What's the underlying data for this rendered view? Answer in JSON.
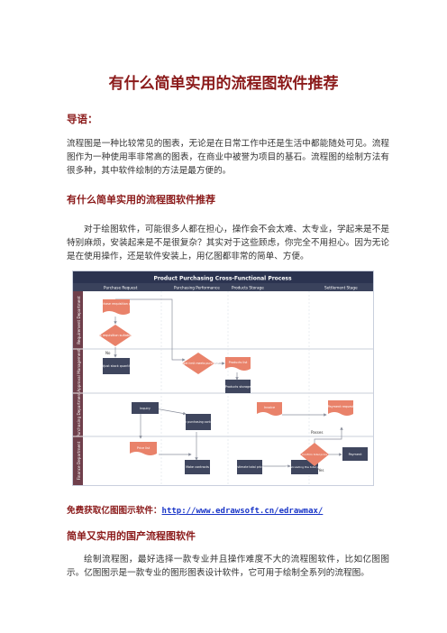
{
  "doc": {
    "title": "有什么简单实用的流程图软件推荐",
    "lead_heading": "导语：",
    "intro": "流程图是一种比较常见的图表，无论是在日常工作中还是生活中都能随处可见。流程图作为一种使用率非常高的图表，在商业中被誉为项目的基石。流程图的绘制方法有很多种，其中软件绘制的方法是最方便的。",
    "section1_heading": "有什么简单实用的流程图软件推荐",
    "section1_body": "对于绘图软件，可能很多人都在担心，操作会不会太难、太专业，学起来是不是特别麻烦，安装起来是不是很复杂？其实对于这些顾虑，你完全不用担心。因为无论是在使用操作，还是软件安装上，用亿图都非常的简单、方便。",
    "caption_label": "免费获取亿图图示软件：",
    "caption_link": "http://www.edrawsoft.cn/edrawmax/",
    "section2_heading": "简单又实用的国产流程图软件",
    "section2_body": "绘制流程图，最好选择一款专业并且操作难度不大的流程图软件，比如亿图图示。亿图图示是一款专业的图形图表设计软件，它可用于绘制全系列的流程图。"
  },
  "diagram": {
    "title": "Product Purchasing Cross-Functional Process",
    "columns": [
      "Purchase Request",
      "Purchasing Performance",
      "Products Storage",
      "Settlement Stage"
    ],
    "lanes": [
      "Requirement Department",
      "Approval Management",
      "Purchasing Department",
      "Finance Department"
    ],
    "nodes": {
      "n1": "Purchase requisition plan",
      "n2": "Is requisition suitable",
      "n3": "Adjust stock quantity",
      "n4": "Budget limit meets purchase",
      "n5": "Products list",
      "n6": "Products storage",
      "n7": "Inquiry",
      "n8": "Sign purchasing contract",
      "n9": "Invoice",
      "n10": "Payment request",
      "n11": "Price list",
      "n12": "Make contracts",
      "n13": "Estimate total price",
      "n14": "Recalculating the total price",
      "n15": "Confirm total price",
      "n16": "Payment"
    },
    "edge_labels": {
      "no": "No",
      "passes": "Passes",
      "yes": "Yes"
    },
    "colors": {
      "header": "#2b3350",
      "lane_label": "#6f3f4b",
      "orange": "#e9826a",
      "slate": "#3f465e"
    }
  }
}
